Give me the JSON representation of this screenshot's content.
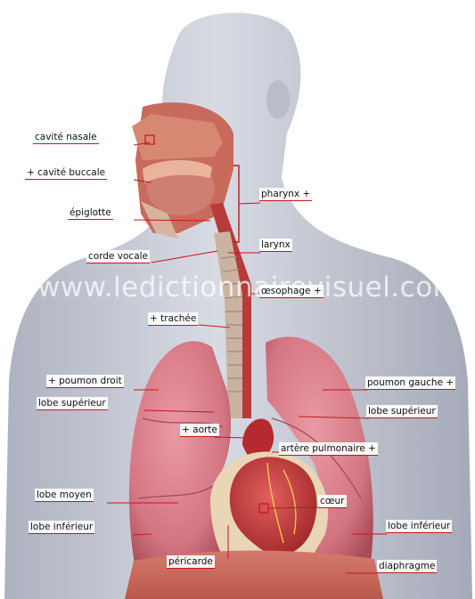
{
  "watermark": "www.ledictionnairevisuel.com",
  "colors": {
    "accent": "#c4161c",
    "skin": "#c9ccd6",
    "lung": "#d97a86",
    "lung_dark": "#b2525f",
    "trachea": "#c8b6a8",
    "heart": "#c23a3c",
    "diaphragm": "#c96d62",
    "pericardium": "#ead8b8"
  },
  "labels": {
    "cavite_nasale": "cavité nasale",
    "cavite_buccale": "+ cavité buccale",
    "epiglotte": "épiglotte",
    "corde_vocale": "corde vocale",
    "trachee": "+ trachée",
    "poumon_droit": "+ poumon droit",
    "lobe_sup_droit": "lobe supérieur",
    "aorte": "+ aorte",
    "lobe_moyen": "lobe moyen",
    "lobe_inf_droit": "lobe inférieur",
    "pericarde": "péricarde",
    "pharynx": "pharynx +",
    "larynx": "larynx",
    "oesophage": "œsophage +",
    "poumon_gauche": "poumon gauche +",
    "lobe_sup_gauche": "lobe supérieur",
    "artere_pulmonaire": "artère pulmonaire +",
    "coeur": "cœur",
    "lobe_inf_gauche": "lobe inférieur",
    "diaphragme": "diaphragme"
  }
}
